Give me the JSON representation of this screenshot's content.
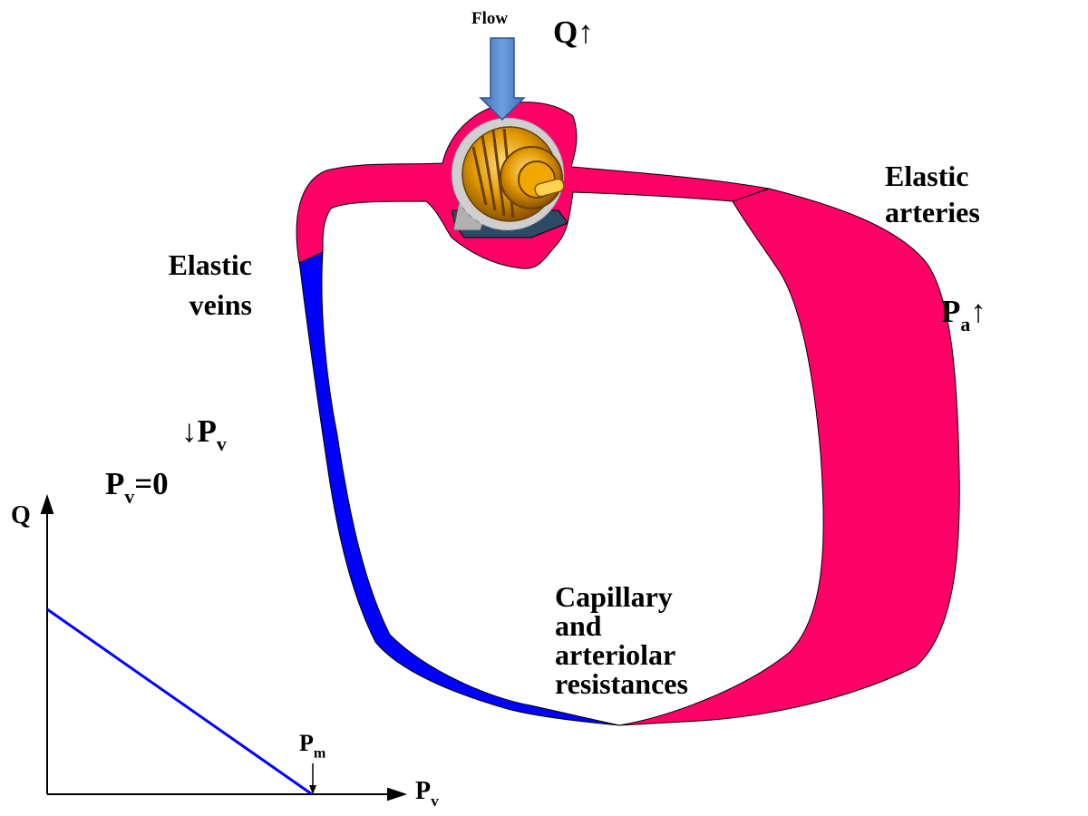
{
  "labels": {
    "flow": "Flow",
    "q_main": "Q",
    "q_arrow": "↑",
    "elastic_arteries_line1": "Elastic",
    "elastic_arteries_line2": "arteries",
    "pa_main": "P",
    "pa_sub": "a",
    "pa_arrow": "↑",
    "elastic_veins_line1": "Elastic",
    "elastic_veins_line2": "veins",
    "pv_arrow": "↓",
    "pv_main": "P",
    "pv_sub": "v",
    "pv0_main": "P",
    "pv0_sub": "v",
    "pv0_value": "=0",
    "capillary_line1": "Capillary",
    "capillary_line2": "and",
    "capillary_line3": "arteriolar",
    "capillary_line4": "resistances",
    "graph_q_axis": "Q",
    "graph_pv_axis_main": "P",
    "graph_pv_axis_sub": "v",
    "graph_pm_main": "P",
    "graph_pm_sub": "m"
  },
  "colors": {
    "artery": "#ff0066",
    "vein": "#0000ff",
    "flow_arrow": "#5b8ed0",
    "pump_gold": "#e39a00",
    "graph_line": "#0000ff"
  },
  "icons": {
    "pump": "motor-pump-icon",
    "flow_arrow": "down-arrow-icon"
  }
}
